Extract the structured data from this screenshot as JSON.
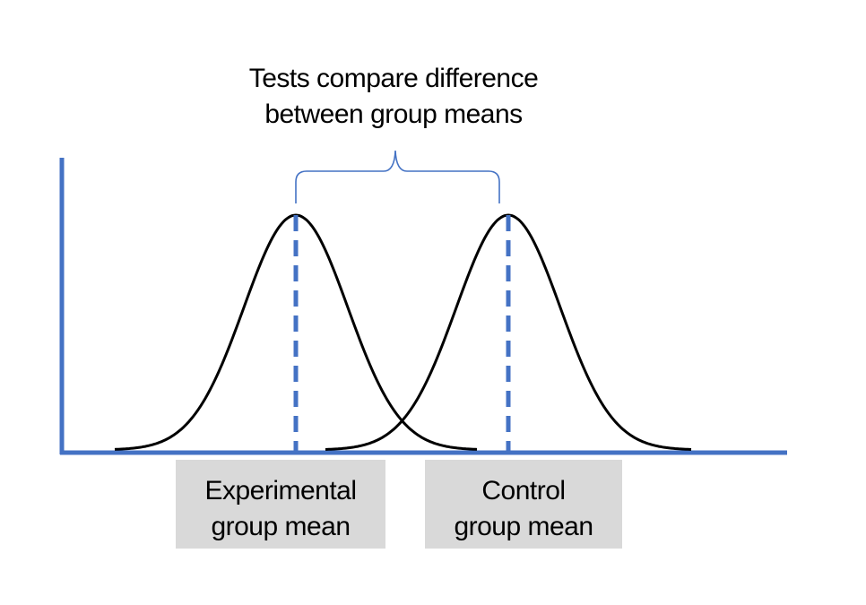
{
  "caption": {
    "line1": "Tests compare difference",
    "line2": "between group means"
  },
  "labels": {
    "experimental": {
      "line1": "Experimental",
      "line2": "group mean"
    },
    "control": {
      "line1": "Control",
      "line2": "group mean"
    }
  },
  "colors": {
    "axis": "#4472c4",
    "mean_line": "#4472c4",
    "bracket": "#4472c4",
    "curve": "#000000",
    "label_box": "#d9d9d9"
  }
}
